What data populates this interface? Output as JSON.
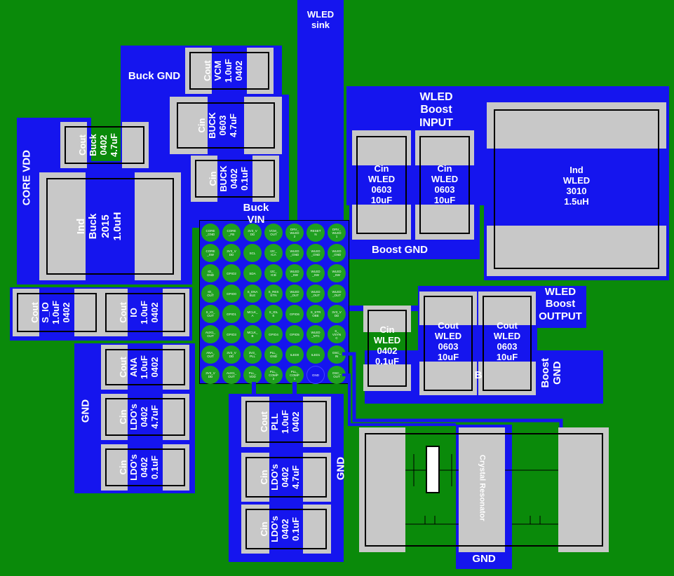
{
  "labels": {
    "wled_sink": "WLED\nsink",
    "buck_gnd": "Buck GND",
    "core_vdd": "CORE VDD",
    "buck_vin": "Buck\nVIN",
    "wled_boost_input": "WLED\nBoost\nINPUT",
    "boost_gnd": "Boost GND",
    "wled_boost_output": "WLED\nBoost\nOUTPUT",
    "boost_gnd_right": "Boost\nGND",
    "boost_gnd_b": "B",
    "gnd_left": "GND",
    "gnd_center": "GND",
    "gnd_bottom": "GND",
    "crystal": "Crystal Resonator"
  },
  "components": {
    "cout_vcm": "Cout\nVCM\n1.0uF\n0402",
    "cin_buck_47": "Cin\nBUCK\n0603\n4.7uF",
    "cout_buck": "Cout\nBuck\n0402\n4.7uF",
    "cin_buck_01": "Cin\nBUCK\n0402\n0.1uF",
    "ind_buck": "Ind\nBuck\n2015\n1.0uH",
    "cin_wled_1": "Cin\nWLED\n0603\n10uF",
    "cin_wled_2": "Cin\nWLED\n0603\n10uF",
    "ind_wled": "Ind\nWLED\n3010\n1.5uH",
    "cout_sio": "Cout\nS_IO\n1.0uF\n0402",
    "cout_io": "Cout\nIO\n1.0uF\n0402",
    "cin_wled_small": "Cin\nWLED\n0402\n0.1uF",
    "cout_wled_1": "Cout\nWLED\n0603\n10uF",
    "cout_wled_2": "Cout\nWLED\n0603\n10uF",
    "cout_ana": "Cout\nANA\n1.0uF\n0402",
    "cin_ldo_47": "Cin\nLDO's\n0402\n4.7uF",
    "cin_ldo_01": "Cin\nLDO's\n0402\n0.1uF",
    "cout_pll": "Cout\nPLL\n1.0uF\n0402",
    "cin_ldo_47_b": "Cin\nLDO's\n0402\n4.7uF",
    "cin_ldo_01_b": "Cin\nLDO's\n0402\n0.1uF"
  },
  "bga_rows": [
    [
      "CORE\n_GND",
      "CORE\n_FB",
      "3V3_V\nDD",
      "VCM_\nOUT",
      "DRV_\nWLED\n2",
      "RESET\nN",
      "DRV_\nWLED\n1"
    ],
    [
      "CORE\n_SW",
      "3V3_V\nDD",
      "SCL",
      "I2C_\nICA",
      "WLED\n_GND",
      "WLED\n_GND",
      "WLED\n_GND"
    ],
    [
      "IO_\nGND",
      "GPIO2",
      "SDA",
      "I2C_\nICB",
      "WLED\n_SW",
      "WLED\n_SW",
      "WLED\n_SW"
    ],
    [
      "IO_\nOUT",
      "GPIO0",
      "S_ENA\nBLE",
      "S_RES\nETN",
      "WLED\n_OUT",
      "WLED\n_OUT",
      "WLED\n_OUT"
    ],
    [
      "S_IO_\nOUT",
      "GPIO1",
      "MCLK_\nA",
      "S_IDL\nE",
      "GPIO6",
      "S_STR\nOBE",
      "3V3_V\nDD"
    ],
    [
      "AUX1_\nOUT",
      "GPIO3",
      "MCLK_\nB",
      "GPIO4",
      "GPIO5",
      "WLED\n_NTC",
      "S_\nVSYN\nC"
    ],
    [
      "ANA_\nOUT",
      "3V3_V\nDD",
      "3V3_\nPLL",
      "PLL_\nGND",
      "ILED0",
      "ILED1",
      "OSC_\nIN"
    ],
    [
      "3V3_V\nDD",
      "AUX1_\nOUT",
      "PLL_\nVDD",
      "PLL_\nCOMP\n2",
      "PLL_\nCOMP\n1",
      "GND",
      "OSC_\nOUT"
    ]
  ],
  "gnd_balls": [
    "GND"
  ]
}
